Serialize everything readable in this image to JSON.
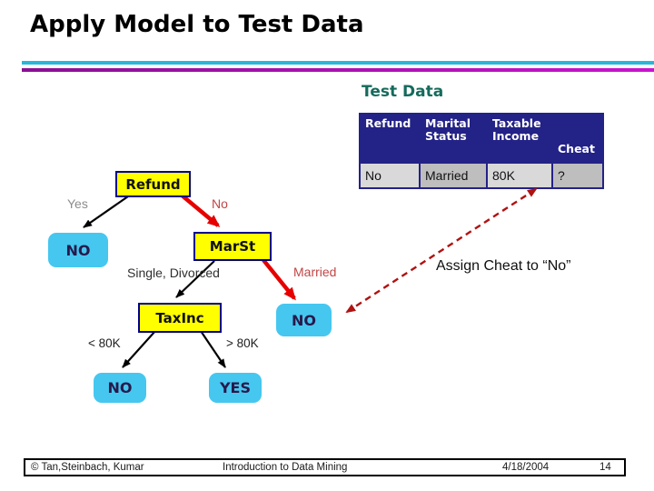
{
  "slide": {
    "title": "Apply Model to Test Data",
    "test_data_label": "Test Data",
    "annotation": "Assign Cheat to “No”"
  },
  "table": {
    "headers": [
      "Refund",
      "Marital Status",
      "Taxable Income",
      "Cheat"
    ],
    "row": [
      "No",
      "Married",
      "80K",
      "?"
    ]
  },
  "tree": {
    "nodes": {
      "refund": "Refund",
      "marst": "MarSt",
      "taxinc": "TaxInc",
      "leaf_refund_yes": "NO",
      "leaf_married": "NO",
      "leaf_lt80k": "NO",
      "leaf_gt80k": "YES"
    },
    "branches": {
      "refund_yes": "Yes",
      "refund_no": "No",
      "marst_left": "Single, Divorced",
      "marst_right": "Married",
      "taxinc_left": "< 80K",
      "taxinc_right": "> 80K"
    }
  },
  "footer": {
    "copyright": "© Tan,Steinbach, Kumar",
    "title": "Introduction to Data Mining",
    "date": "4/18/2004",
    "page_number": "14"
  },
  "colors": {
    "decision_node_fill": "#ffff00",
    "decision_node_border": "#00008b",
    "leaf_node_fill": "#45c7f0",
    "leaf_node_text": "#28194b",
    "table_header_bg": "#232287",
    "table_cell_light": "#d9d9d9",
    "table_cell_dark": "#bebebe",
    "table_red_text": "#e03131",
    "black_arrow": "#000000",
    "red_arrow": "#e60000",
    "dashed_arrow": "#b01212",
    "cyan_rule": "#2ab6d9",
    "magenta_rule_left": "#8a0f93",
    "magenta_rule_right": "#c913ce",
    "test_data_heading": "#156b5c"
  }
}
